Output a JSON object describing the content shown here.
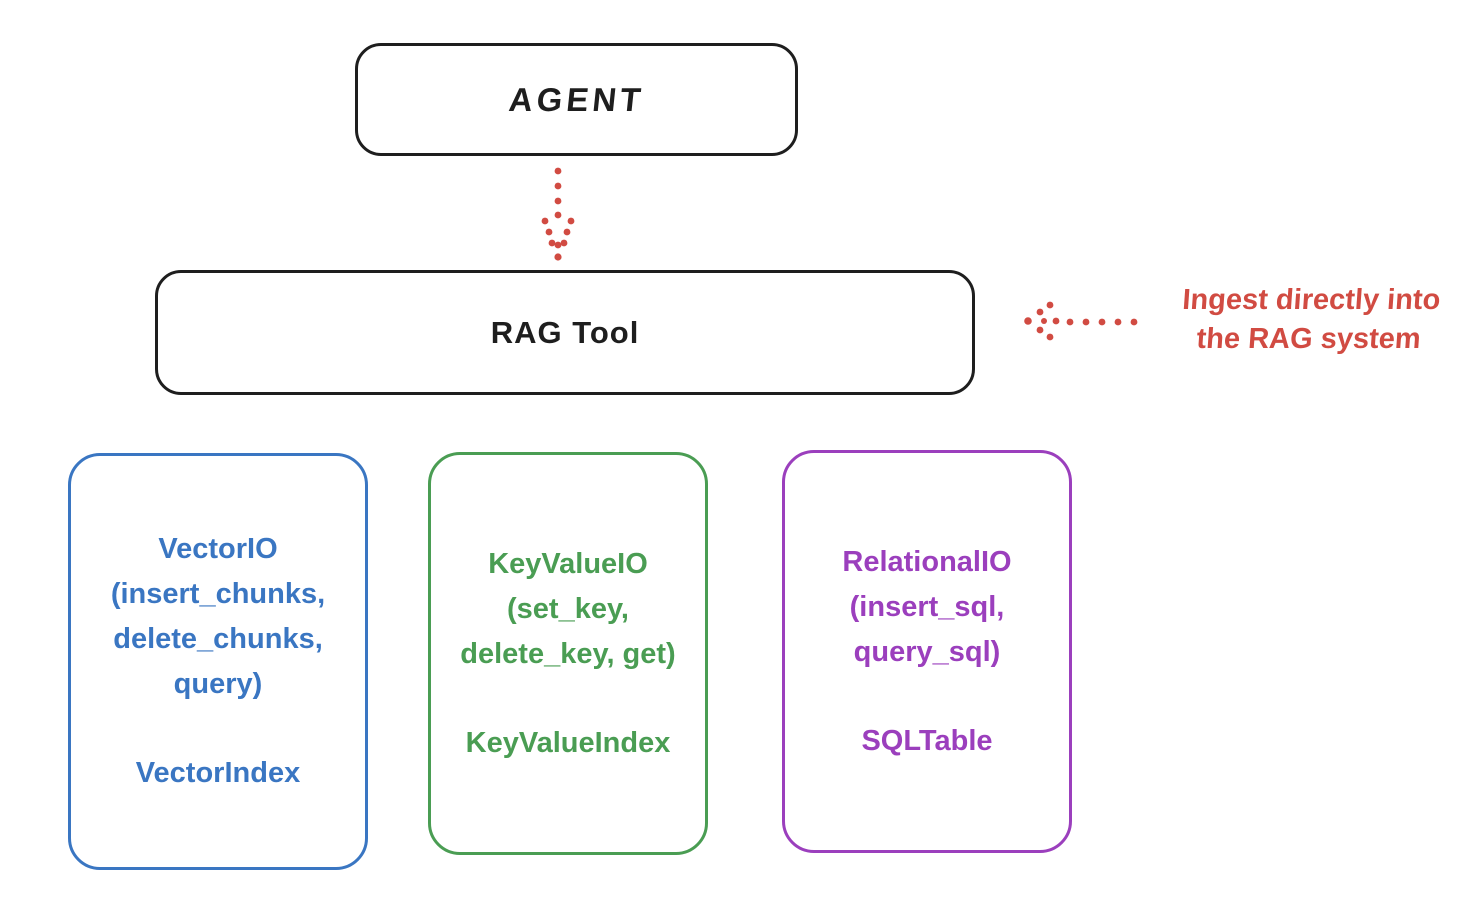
{
  "agent": {
    "label": "AGENT"
  },
  "rag_tool": {
    "label": "RAG Tool"
  },
  "annotation": {
    "line1": "Ingest directly into",
    "line2": "the RAG system"
  },
  "storage_boxes": [
    {
      "name": "VectorIO",
      "lines": [
        "VectorIO",
        "(insert_chunks,",
        "delete_chunks,",
        "query)"
      ],
      "index_label": "VectorIndex",
      "color": "#3a76c2"
    },
    {
      "name": "KeyValueIO",
      "lines": [
        "KeyValueIO",
        "(set_key,",
        "delete_key, get)"
      ],
      "index_label": "KeyValueIndex",
      "color": "#4a9d53"
    },
    {
      "name": "RelationalIO",
      "lines": [
        "RelationalIO",
        "(insert_sql,",
        "query_sql)"
      ],
      "index_label": "SQLTable",
      "color": "#9b3fbd"
    }
  ],
  "colors": {
    "stroke_black": "#1e1e1e",
    "accent_red": "#d14b42",
    "vector_blue": "#3a76c2",
    "keyvalue_green": "#4a9d53",
    "relational_purple": "#9b3fbd",
    "background": "#ffffff"
  }
}
